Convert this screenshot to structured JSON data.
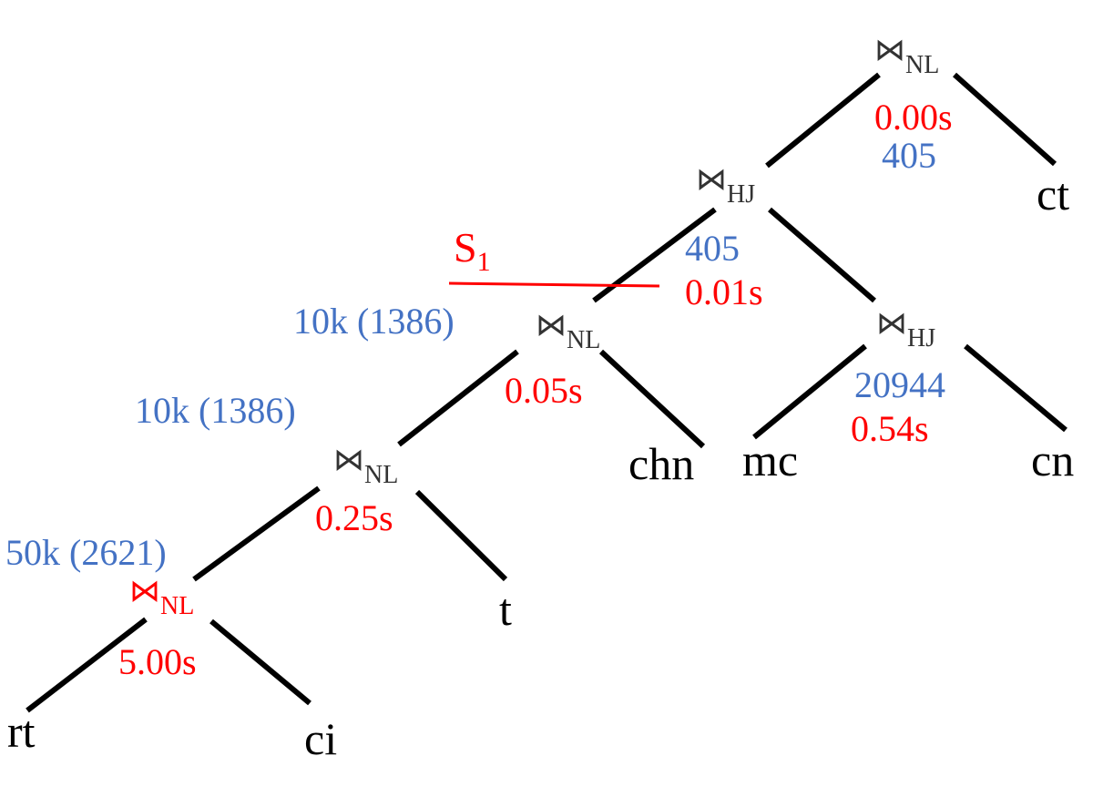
{
  "join_symbol": "⋈",
  "colors": {
    "operator": "#333333",
    "highlight_operator": "#ff0000",
    "time": "#ff0000",
    "cardinality": "#4472c4",
    "leaf": "#000000",
    "edge": "#000000",
    "split": "#ff0000"
  },
  "operators": [
    {
      "id": "root",
      "type": "NL",
      "time": "0.00s",
      "cardinality": "405"
    },
    {
      "id": "hj_main",
      "type": "HJ",
      "time": "0.01s",
      "cardinality": "405"
    },
    {
      "id": "hj_right",
      "type": "HJ",
      "time": "0.54s",
      "cardinality": "20944"
    },
    {
      "id": "nl_chn",
      "type": "NL",
      "time": "0.05s",
      "cardinality": "10k (1386)"
    },
    {
      "id": "nl_t",
      "type": "NL",
      "time": "0.25s",
      "cardinality": "10k (1386)"
    },
    {
      "id": "nl_base",
      "type": "NL",
      "time": "5.00s",
      "cardinality": "50k (2621)",
      "highlighted": true
    }
  ],
  "leaves": [
    "ct",
    "chn",
    "mc",
    "cn",
    "t",
    "rt",
    "ci"
  ],
  "split": {
    "label": "S",
    "subscript": "1"
  }
}
